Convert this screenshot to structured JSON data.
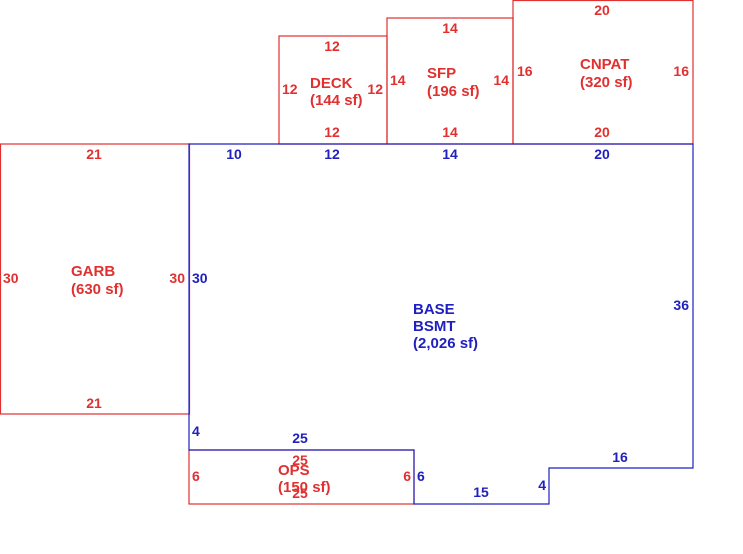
{
  "colors": {
    "addition": "#e03030",
    "base": "#2020c0",
    "background": "#ffffff"
  },
  "areas": {
    "deck": {
      "name": "DECK",
      "area": "(144 sf)",
      "top": "12",
      "bottom": "12",
      "left": "12",
      "right": "12"
    },
    "sfp": {
      "name": "SFP",
      "area": "(196 sf)",
      "top": "14",
      "bottom": "14",
      "left": "14",
      "right": "14"
    },
    "cnpat": {
      "name": "CNPAT",
      "area": "(320 sf)",
      "top": "20",
      "bottom": "20",
      "left": "16",
      "right": "16"
    },
    "garb": {
      "name": "GARB",
      "area": "(630 sf)",
      "top": "21",
      "bottom": "21",
      "left": "30",
      "right": "30"
    },
    "ops": {
      "name": "OPS",
      "area": "(150 sf)",
      "top": "25",
      "bottom": "25",
      "left": "6",
      "right": "6"
    },
    "base": {
      "name_line1": "BASE",
      "name_line2": "BSMT",
      "area": "(2,026 sf)",
      "top_seg1": "10",
      "top_seg2": "12",
      "top_seg3": "14",
      "top_seg4": "20",
      "left_upper": "30",
      "left_lower": "4",
      "right": "36",
      "step_top": "16",
      "step_side": "4",
      "bottom_notch": "15",
      "notch_side": "6",
      "bottom_left": "25"
    }
  }
}
